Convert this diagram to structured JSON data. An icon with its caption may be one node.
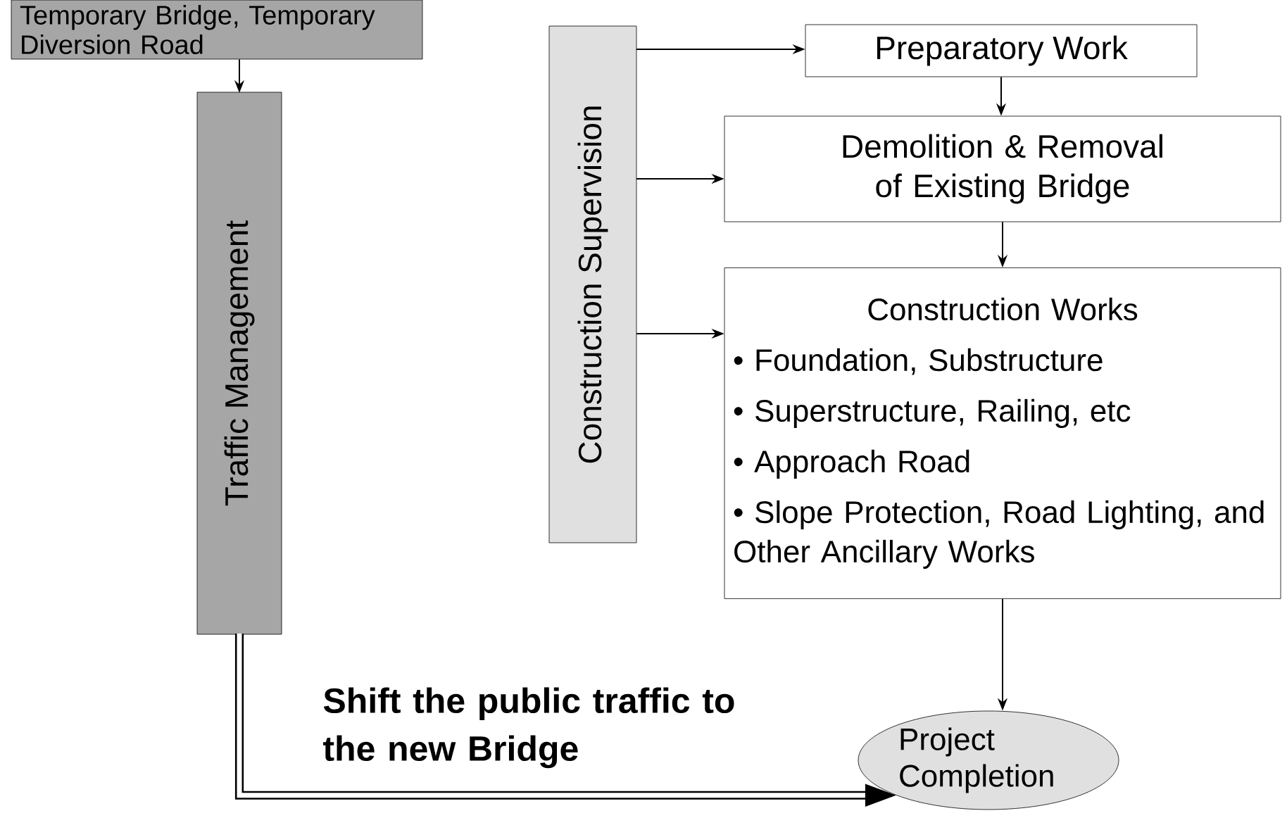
{
  "diagram": {
    "nodes": [
      {
        "text": [
          "Temporary Bridge, Temporary Diversion Road"
        ]
      },
      {
        "text": [
          "Traffic Management"
        ]
      },
      {
        "text": [
          "Construction Supervision"
        ]
      },
      {
        "text": [
          "Preparatory Work"
        ]
      },
      {
        "text": [
          "Demolition & Removal of Existing Bridge"
        ]
      },
      {
        "text": [
          "Construction Works",
          "• Foundation, Substructure",
          "• Superstructure, Railing, etc",
          "• Approach Road",
          "• Slope Protection, Road Lighting, and Other Ancillary Works"
        ]
      },
      {
        "text": [
          "Project Completion"
        ]
      }
    ],
    "edges": [
      {
        "from": 0,
        "to": 1,
        "arrow": "to"
      },
      {
        "from": 2,
        "to": 3,
        "arrow": "to"
      },
      {
        "from": 2,
        "to": 4,
        "arrow": "to"
      },
      {
        "from": 2,
        "to": 5,
        "arrow": "to"
      },
      {
        "from": 3,
        "to": 4,
        "arrow": "to"
      },
      {
        "from": 4,
        "to": 5,
        "arrow": "to"
      },
      {
        "from": 5,
        "to": 6,
        "arrow": "to"
      },
      {
        "from": 1,
        "to": 6,
        "arrow": "to",
        "style": "thick",
        "label": "Shift the public traffic to the new Bridge"
      }
    ]
  }
}
